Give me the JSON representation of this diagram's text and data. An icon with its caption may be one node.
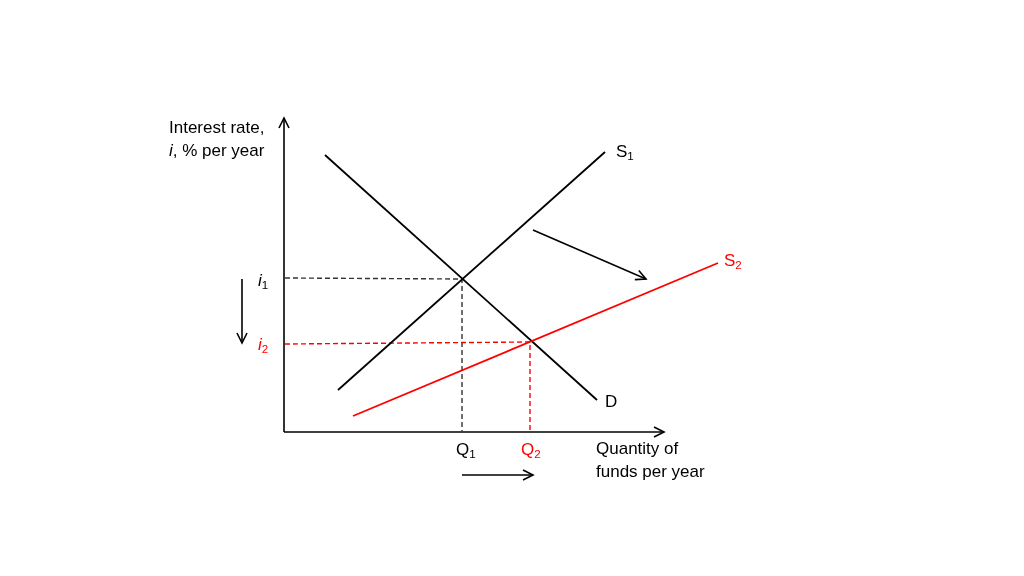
{
  "diagram": {
    "labels": [
      "Interest rate, *i*, % per year",
      "S$_{1}$",
      "S$_{2}$",
      "*i*$_{1}$",
      "*i*$_{2}$",
      "D",
      "Q$_{1}$",
      "Q$_{2}$",
      "Quantity of funds per year"
    ]
  }
}
